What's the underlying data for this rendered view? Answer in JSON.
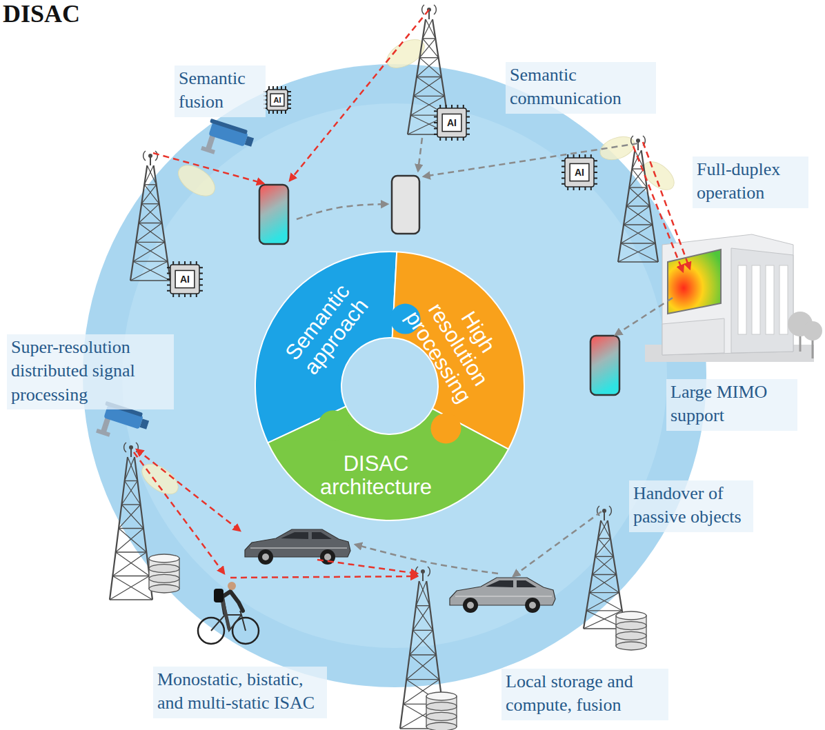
{
  "diagram": {
    "title": "DISAC",
    "nodes": [
      {
        "text": [
          "Semantic fusion"
        ]
      },
      {
        "text": [
          "Semantic communication"
        ]
      },
      {
        "text": [
          "Full-duplex operation"
        ]
      },
      {
        "text": [
          "Semantic approach"
        ]
      },
      {
        "text": [
          "High resolution processing"
        ]
      },
      {
        "text": [
          "Super-resolution distributed signal processing"
        ]
      },
      {
        "text": [
          "Large MIMO support"
        ]
      },
      {
        "text": [
          "DISAC architecture"
        ]
      },
      {
        "text": [
          "Handover of passive objects"
        ]
      },
      {
        "text": [
          "Monostatic, bistatic, and multi-static ISAC"
        ]
      },
      {
        "text": [
          "Local storage and compute, fusion"
        ]
      }
    ],
    "labels": [
      "AI",
      "AI",
      "AI",
      "AI"
    ]
  }
}
